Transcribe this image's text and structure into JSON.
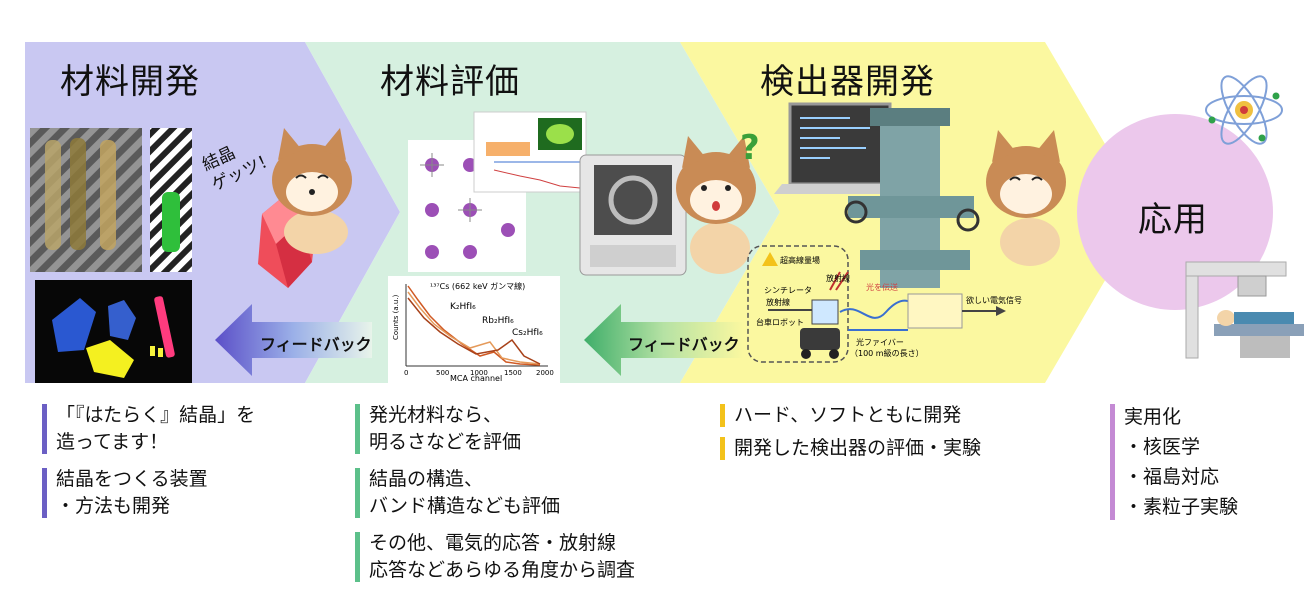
{
  "stages": [
    {
      "title": "材料開発"
    },
    {
      "title": "材料評価"
    },
    {
      "title": "検出器開発"
    },
    {
      "title": "応用"
    }
  ],
  "feedback_label": "フィードバック",
  "cat_speech": "結晶\nゲッツ！",
  "question_mark": "?",
  "spectrum": {
    "title": "¹³⁷Cs (662 keV ガンマ線)",
    "xlabel": "MCA channel",
    "ylabel": "Counts (a.u.)",
    "xticks": [
      "0",
      "500",
      "1000",
      "1500",
      "2000"
    ],
    "series_labels": [
      "K₂HfI₆",
      "Rb₂HfI₆",
      "Cs₂HfI₆"
    ]
  },
  "detector_schematic": {
    "area_label": "超高線量場",
    "radiation_label": "放射線",
    "scintillator_label": "シンチレータ",
    "radiation_label2": "放射線",
    "robot_label": "台車ロボット",
    "light_transmit": "光を伝送",
    "signal_label": "欲しい電気信号",
    "fiber_label": "光ファイバー",
    "fiber_length": "（100 m級の長さ）"
  },
  "bullets": {
    "material_dev": [
      [
        "「『はたらく』結晶」を",
        "造ってます！"
      ],
      [
        "結晶をつくる装置",
        "・方法も開発"
      ]
    ],
    "material_eval": [
      [
        "発光材料なら、",
        "明るさなどを評価"
      ],
      [
        "結晶の構造、",
        "バンド構造なども評価"
      ],
      [
        "その他、電気的応答・放射線",
        "応答などあらゆる角度から調査"
      ]
    ],
    "detector_dev": [
      [
        "ハード、ソフトともに開発"
      ],
      [
        "開発した検出器の評価・実験"
      ]
    ],
    "application": [
      [
        "実用化",
        "・核医学",
        "・福島対応",
        "・素粒子実験"
      ]
    ]
  },
  "colors": {
    "stage1": "#c9c8f2",
    "stage2": "#d6f0e0",
    "stage3": "#fbf8a0",
    "stage4": "#ecc8ec",
    "bar_purple": "#6b5fc4",
    "bar_green": "#5cc08a",
    "bar_yellow": "#f3c21b",
    "bar_pink": "#c48ad4"
  }
}
